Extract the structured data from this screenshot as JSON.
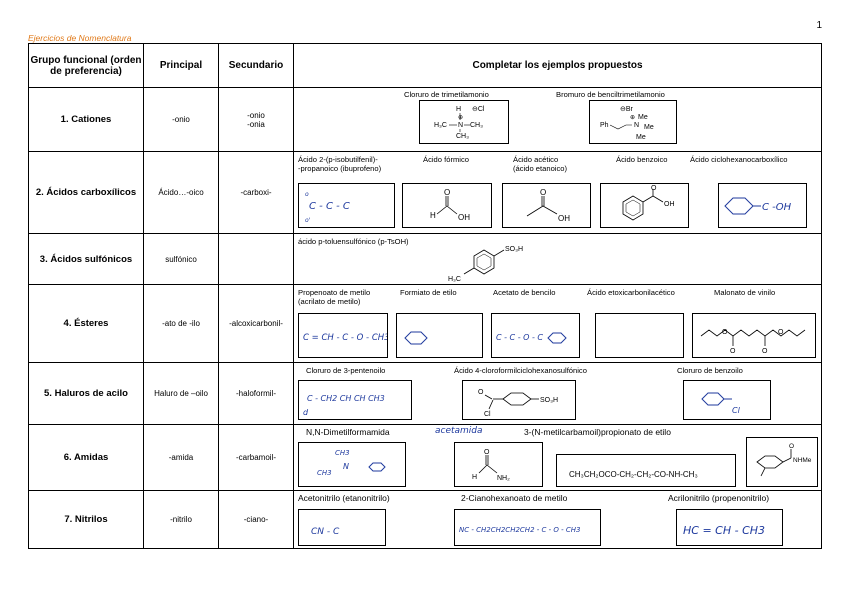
{
  "page_number": "1",
  "doc_title": "Ejercicios de Nomenclatura",
  "headers": {
    "grupo": "Grupo funcional (orden de preferencia)",
    "principal": "Principal",
    "secundario": "Secundario",
    "completar": "Completar los ejemplos propuestos"
  },
  "rows": [
    {
      "name": "1. Cationes",
      "principal": "-onio",
      "secundario": "-onio\n-onia",
      "labels": [
        "Cloruro de trimetilamonio",
        "Bromuro de benciltrimetilamonio"
      ]
    },
    {
      "name": "2. Ácidos carboxílicos",
      "principal": "Ácido…-oico",
      "secundario": "-carboxi-",
      "labels": [
        "Ácido 2-(p-isobutilfenil)-\n-propanoico (ibuprofeno)",
        "Ácido fórmico",
        "Ácido acético\n(ácido etanoico)",
        "Ácido benzoico",
        "Ácido ciclohexanocarboxílico"
      ],
      "hand": [
        "C - C - C",
        "C -OH"
      ]
    },
    {
      "name": "3. Ácidos sulfónicos",
      "principal": "sulfónico",
      "secundario": "",
      "labels": [
        "ácido p-toluensulfónico (p-TsOH)"
      ]
    },
    {
      "name": "4. Ésteres",
      "principal": "-ato de -ilo",
      "secundario": "-alcoxicarbonil-",
      "labels": [
        "Propenoato de metilo\n(acrilato de metilo)",
        "Formiato de etilo",
        "Acetato de bencilo",
        "Ácido etoxicarbonilacético",
        "Malonato de vinilo"
      ],
      "hand": [
        "C = CH - C - O - CH3",
        "C - C - O - C"
      ]
    },
    {
      "name": "5. Haluros de acilo",
      "principal": "Haluro de –oilo",
      "secundario": "-haloformil-",
      "labels": [
        "Cloruro de 3-pentenoilo",
        "Ácido 4-cloroformilciclohexanosulfónico",
        "Cloruro de benzoilo"
      ],
      "hand": [
        "C - CH2 CH CH CH3",
        "Cl"
      ]
    },
    {
      "name": "6. Amidas",
      "principal": "-amida",
      "secundario": "-carbamoil-",
      "labels": [
        "N,N-Dimetilformamida",
        "acetamida",
        "3-(N-metilcarbamoil)propionato de etilo"
      ],
      "box_text": "CH₃CH₂OCO-CH₂-CH₂-CO-NH-CH₃",
      "hand": [
        "CH3",
        "N",
        "CH3"
      ]
    },
    {
      "name": "7. Nitrilos",
      "principal": "-nitrilo",
      "secundario": "-ciano-",
      "labels": [
        "Acetonitrilo (etanonitrilo)",
        "2-Cianohexanoato de metilo",
        "Acrilonitrilo (propenonitrilo)"
      ],
      "hand": [
        "CN - C",
        "NC - CH2CH2CH2CH2 - C - O - CH3",
        "HC = CH - CH3"
      ]
    }
  ]
}
